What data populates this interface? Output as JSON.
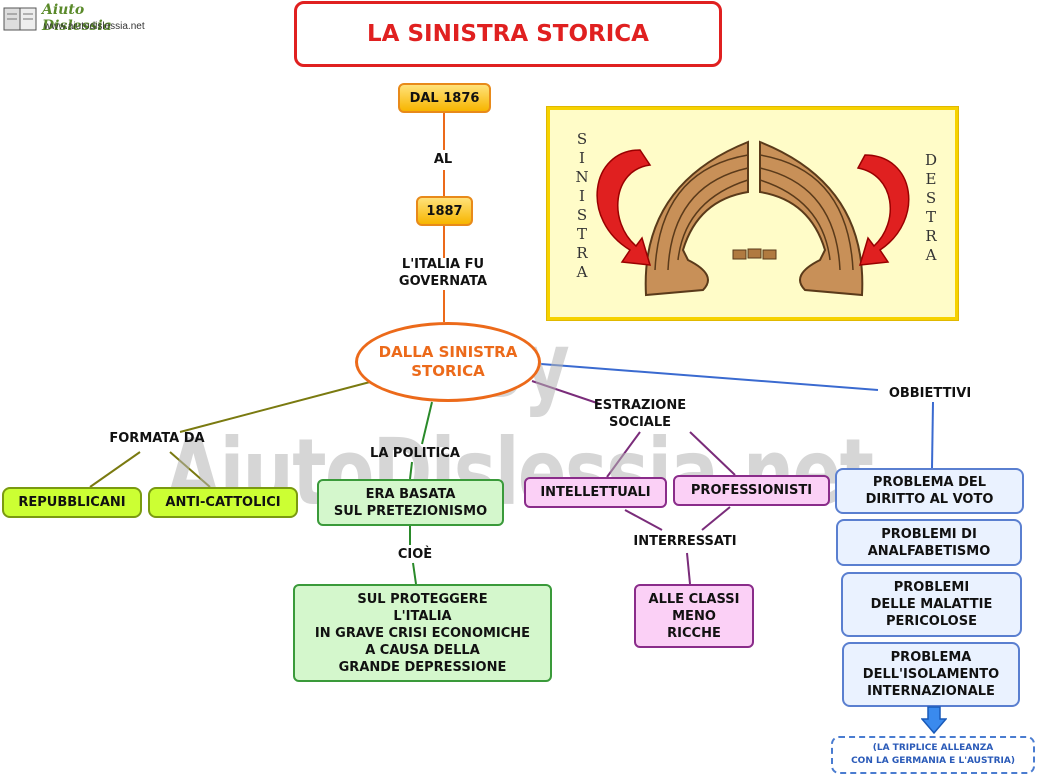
{
  "logo": {
    "name": "Aiuto Dislessia",
    "url": "www.aiutodislessia.net"
  },
  "title": "LA SINISTRA STORICA",
  "watermark": "By AiutoDislessia.net",
  "timeline": {
    "start": "DAL 1876",
    "connector": "AL",
    "end": "1887",
    "governed": "L'ITALIA FU\nGOVERNATA"
  },
  "center": "DALLA SINISTRA\nSTORICA",
  "parliament_image": {
    "left_label": "SINISTRA",
    "right_label": "DESTRA"
  },
  "formata": {
    "label": "FORMATA DA",
    "items": [
      "REPUBBLICANI",
      "ANTI-CATTOLICI"
    ]
  },
  "politica": {
    "label": "LA POLITICA",
    "box": "ERA BASATA\nSUL PRETEZIONISMO",
    "connector": "CIOÈ",
    "detail": "SUL PROTEGGERE\nL'ITALIA\nIN GRAVE CRISI ECONOMICHE\nA CAUSA DELLA\nGRANDE DEPRESSIONE"
  },
  "estrazione": {
    "label": "ESTRAZIONE\nSOCIALE",
    "items": [
      "INTELLETTUALI",
      "PROFESSIONISTI"
    ],
    "connector": "INTERRESSATI",
    "detail": "ALLE CLASSI\nMENO\nRICCHE"
  },
  "obbiettivi": {
    "label": "OBBIETTIVI",
    "items": [
      "PROBLEMA DEL\nDIRITTO AL VOTO",
      "PROBLEMI DI\nANALFABETISMO",
      "PROBLEMI\nDELLE MALATTIE\nPERICOLOSE",
      "PROBLEMA\nDELL'ISOLAMENTO\nINTERNAZIONALE"
    ],
    "result": "(LA TRIPLICE ALLEANZA\nCON LA GERMANIA E L'AUSTRIA)"
  },
  "colors": {
    "title_red": "#e02020",
    "center_orange": "#ec6a1a",
    "timeline_yellow": "#f7b500",
    "lime": "#ccff33",
    "green": "#d4f7cc",
    "pink": "#fbd0f6",
    "blue": "#eaf2ff"
  }
}
